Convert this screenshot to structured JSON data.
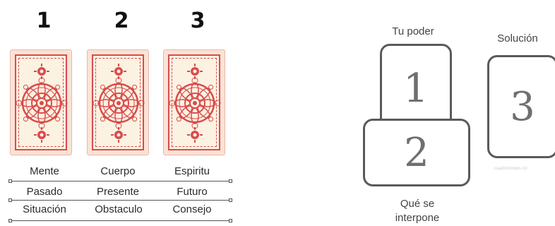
{
  "left_spread": {
    "card_numbers": [
      "1",
      "2",
      "3"
    ],
    "rows": [
      [
        "Mente",
        "Cuerpo",
        "Espiritu"
      ],
      [
        "Pasado",
        "Presente",
        "Futuro"
      ],
      [
        "Situación",
        "Obstaculo",
        "Consejo"
      ]
    ],
    "colors": {
      "card_red": "#d94b4b",
      "card_bg": "#fbf2e2"
    }
  },
  "right_spread": {
    "label_power": "Tu poder",
    "label_solution": "Solución",
    "label_obstacle_line1": "Qué se",
    "label_obstacle_line2": "interpone",
    "box1": "1",
    "box2": "2",
    "box3": "3",
    "watermark": "cuadrotomes.co"
  }
}
